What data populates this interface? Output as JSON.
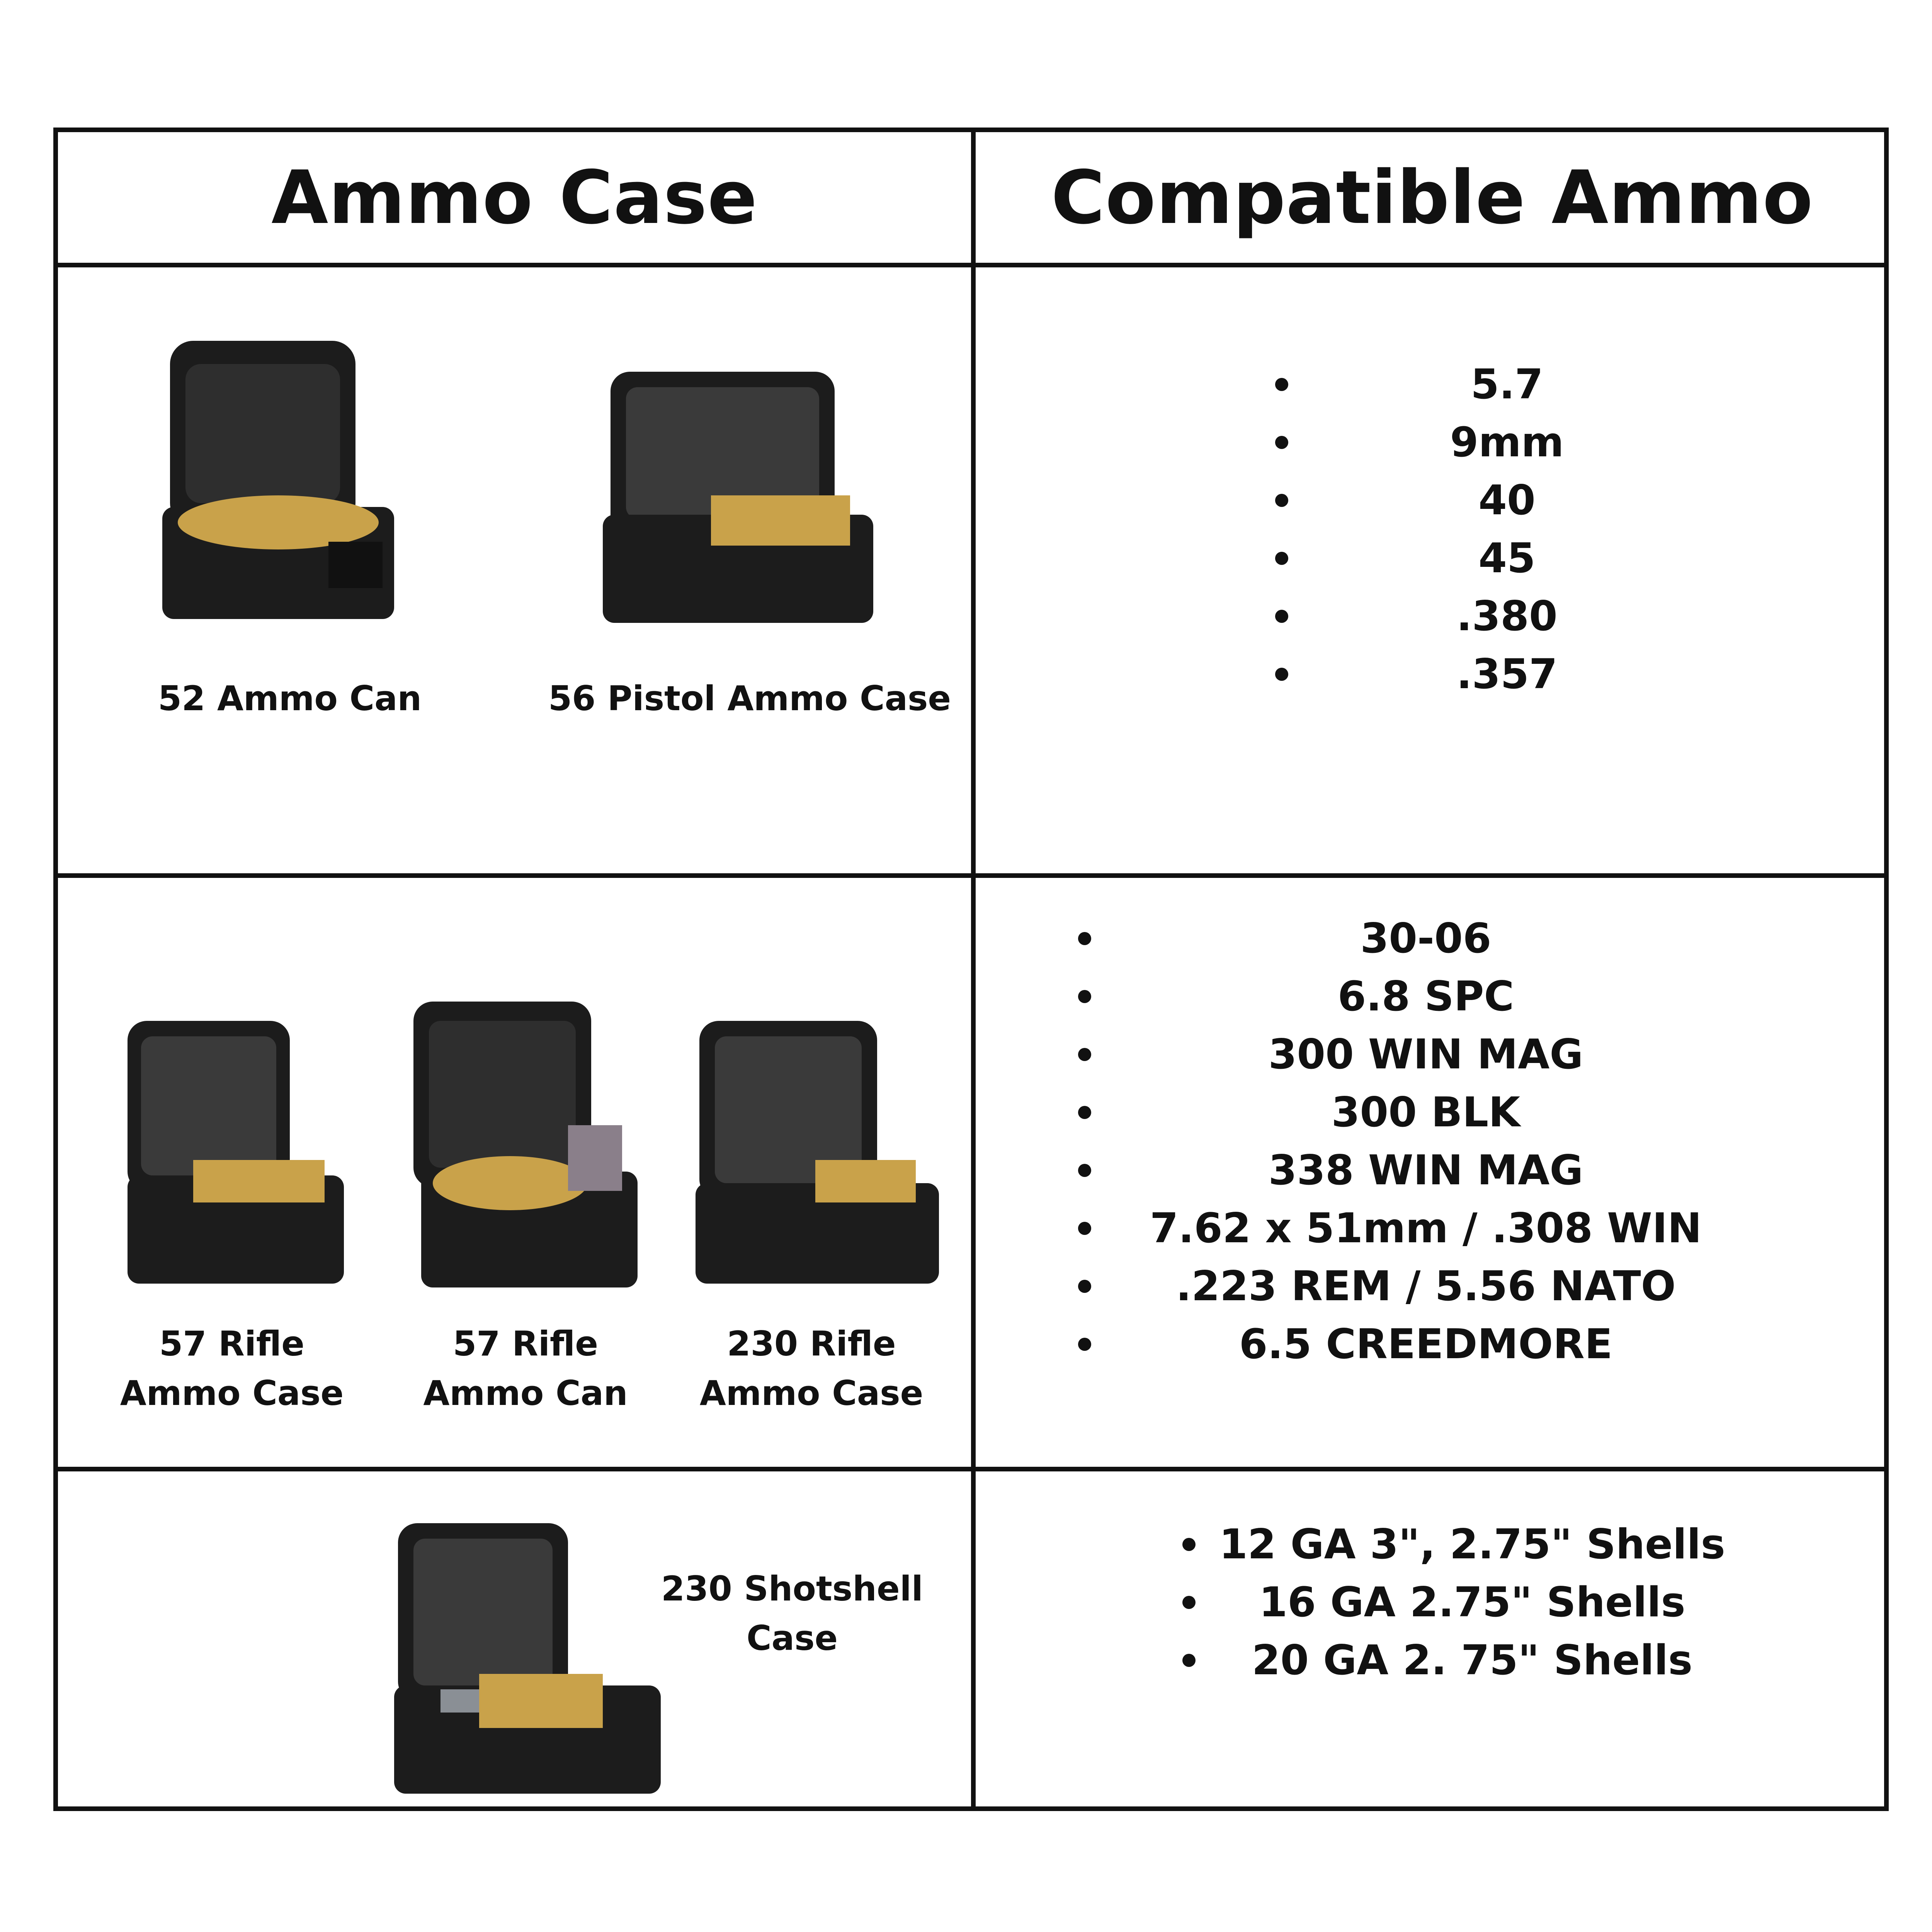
{
  "headers": {
    "left": "Ammo Case",
    "right": "Compatible Ammo"
  },
  "rows": [
    {
      "cases": [
        {
          "label": "52 Ammo Can",
          "icon": "pistol-ammo-can-image"
        },
        {
          "label": "56 Pistol Ammo Case",
          "icon": "pistol-ammo-case-image"
        }
      ],
      "ammo": [
        "5.7",
        "9mm",
        "40",
        "45",
        ".380",
        ".357"
      ]
    },
    {
      "cases": [
        {
          "label_line1": "57 Rifle",
          "label_line2": "Ammo Case",
          "icon": "rifle-ammo-case-image"
        },
        {
          "label_line1": "57 Rifle",
          "label_line2": "Ammo Can",
          "icon": "rifle-ammo-can-image"
        },
        {
          "label_line1": "230 Rifle",
          "label_line2": "Ammo Case",
          "icon": "large-rifle-ammo-case-image"
        }
      ],
      "ammo": [
        "30-06",
        "6.8 SPC",
        "300 WIN MAG",
        "300 BLK",
        "338 WIN MAG",
        "7.62 x 51mm / .308 WIN",
        ".223 REM / 5.56 NATO",
        "6.5 CREEDMORE"
      ]
    },
    {
      "cases": [
        {
          "label_line1": "230 Shotshell",
          "label_line2": "Case",
          "icon": "shotshell-case-image"
        }
      ],
      "ammo": [
        "12 GA 3\", 2.75\" Shells",
        "16 GA 2.75\" Shells",
        "20 GA 2. 75\" Shells"
      ]
    }
  ],
  "colors": {
    "border": "#111111",
    "case_body": "#1c1c1c",
    "foam": "#3a3a3a",
    "brass": "#c9a24a"
  }
}
